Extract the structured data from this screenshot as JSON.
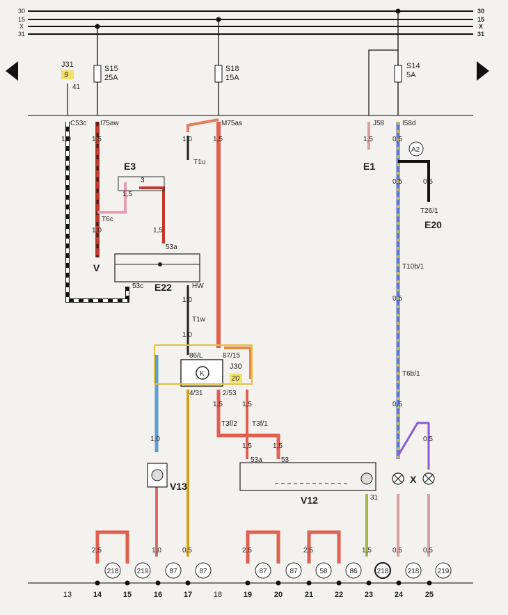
{
  "bus": {
    "left": [
      "30",
      "15",
      "X",
      "31"
    ],
    "right": [
      "30",
      "15",
      "X",
      "31"
    ]
  },
  "fuses": [
    {
      "name": "S15",
      "rating": "25A"
    },
    {
      "name": "S18",
      "rating": "15A"
    },
    {
      "name": "S14",
      "rating": "5A"
    }
  ],
  "relay_j31": {
    "name": "J31",
    "num": "9",
    "pin": "41"
  },
  "connectors": {
    "c53c": "C53c",
    "i75aw": "I75aw",
    "m75as": "M75as",
    "j58": "J58",
    "i58d": "I58d",
    "t1u": "T1u",
    "t6c": "T6c",
    "t1w": "T1w",
    "t10b1": "T10b/1",
    "t6b1": "T6b/1",
    "t26_1": "T26/1",
    "t3f2": "T3f/2",
    "t3f1": "T3f/1"
  },
  "components": {
    "e3": "E3",
    "e22": "E22",
    "e1": "E1",
    "e20": "E20",
    "a2": "A2",
    "j30_name": "J30",
    "j30_num": "20",
    "v": "V",
    "v13": "V13",
    "v12": "V12",
    "lamp_x": "X"
  },
  "terminals": {
    "e3_3": "3",
    "p53a": "53a",
    "p53c": "53c",
    "hw": "HW",
    "j30_86l": "86/L",
    "j30_87_15": "87/15",
    "j30_431": "4/31",
    "j30_253": "2/53",
    "v12_53a": "53a",
    "v12_53": "53",
    "v12_31": "31"
  },
  "wire_sizes": {
    "c53c": "1,0",
    "i75aw": "1,5",
    "m75as_l": "1,0",
    "m75as_r": "1,5",
    "j58": "1,5",
    "i58d": "0,5",
    "e3_left": "1,5",
    "t6c": "1,0",
    "e3_bot": "1,5",
    "hw": "1,0",
    "t1w": "1,0",
    "a2_l": "0,5",
    "a2_r": "0,5",
    "t10": "0,5",
    "t6b": "0,5",
    "j30_a": "1,5",
    "j30_b": "1,5",
    "v13_in": "1,0",
    "t3_a": "1,5",
    "t3_b": "1,5",
    "x_r": "0,5",
    "b14": "2,5",
    "b16": "1,0",
    "b17": "0,5",
    "b19": "2,5",
    "b21": "2,5",
    "b23": "1,5",
    "b24": "0,5",
    "b25": "0,5"
  },
  "bottom": {
    "refs": [
      "218",
      "219",
      "87",
      "87",
      "87",
      "87",
      "58",
      "86",
      "218",
      "218",
      "219"
    ],
    "numbers": [
      "13",
      "14",
      "15",
      "16",
      "17",
      "18",
      "19",
      "20",
      "21",
      "22",
      "23",
      "24",
      "25"
    ]
  }
}
